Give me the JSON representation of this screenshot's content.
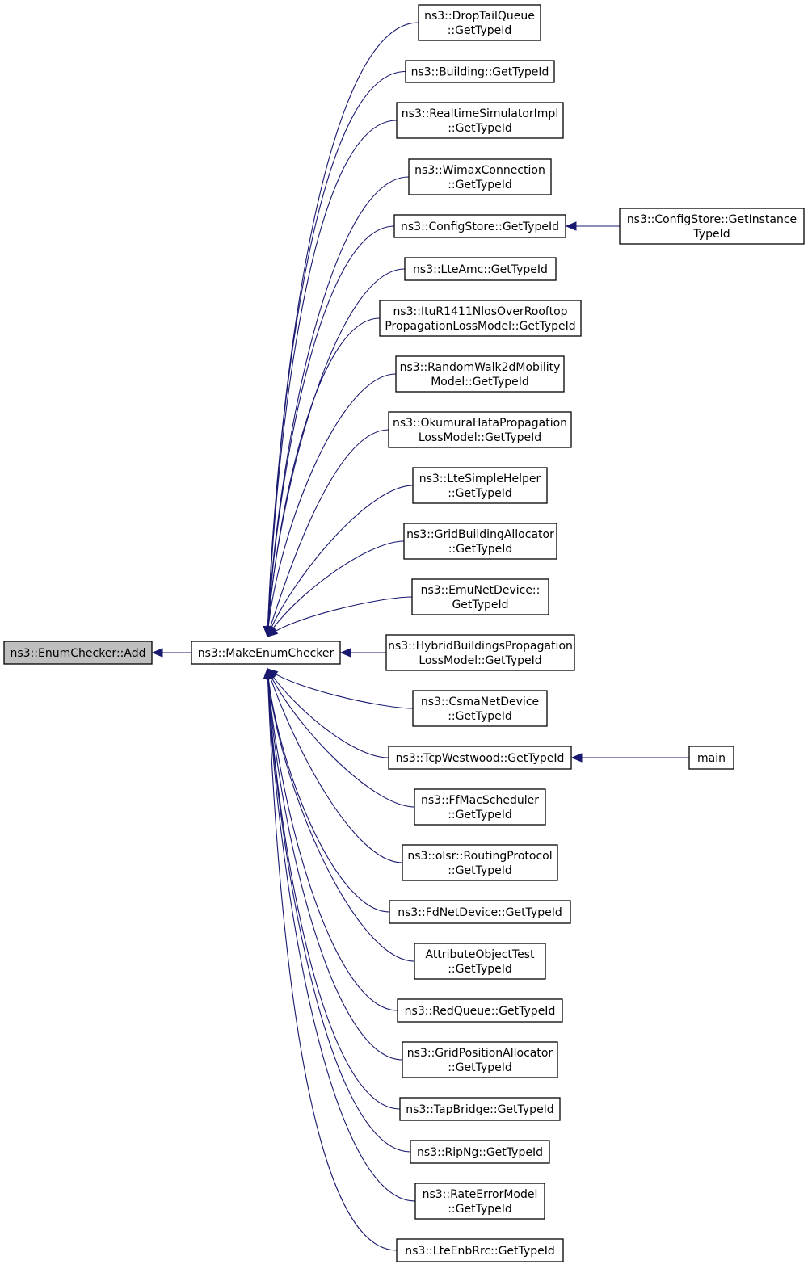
{
  "colors": {
    "edge": "#191970",
    "node_fill": "#ffffff",
    "root_fill": "#bfbfbf",
    "border": "#000000"
  },
  "nodes": [
    {
      "id": "enum-checker-add",
      "lines": [
        "ns3::EnumChecker::Add"
      ],
      "highlight": true
    },
    {
      "id": "make-enum-checker",
      "lines": [
        "ns3::MakeEnumChecker"
      ]
    },
    {
      "id": "drop-tail-queue",
      "lines": [
        "ns3::DropTailQueue",
        "::GetTypeId"
      ]
    },
    {
      "id": "building",
      "lines": [
        "ns3::Building::GetTypeId"
      ]
    },
    {
      "id": "realtime-simulator-impl",
      "lines": [
        "ns3::RealtimeSimulatorImpl",
        "::GetTypeId"
      ]
    },
    {
      "id": "wimax-connection",
      "lines": [
        "ns3::WimaxConnection",
        "::GetTypeId"
      ]
    },
    {
      "id": "config-store",
      "lines": [
        "ns3::ConfigStore::GetTypeId"
      ]
    },
    {
      "id": "config-store-instance",
      "lines": [
        "ns3::ConfigStore::GetInstance",
        "TypeId"
      ]
    },
    {
      "id": "lte-amc",
      "lines": [
        "ns3::LteAmc::GetTypeId"
      ]
    },
    {
      "id": "itu-r1411",
      "lines": [
        "ns3::ItuR1411NlosOverRooftop",
        "PropagationLossModel::GetTypeId"
      ]
    },
    {
      "id": "random-walk-2d",
      "lines": [
        "ns3::RandomWalk2dMobility",
        "Model::GetTypeId"
      ]
    },
    {
      "id": "okumura-hata",
      "lines": [
        "ns3::OkumuraHataPropagation",
        "LossModel::GetTypeId"
      ]
    },
    {
      "id": "lte-simple-helper",
      "lines": [
        "ns3::LteSimpleHelper",
        "::GetTypeId"
      ]
    },
    {
      "id": "grid-building-allocator",
      "lines": [
        "ns3::GridBuildingAllocator",
        "::GetTypeId"
      ]
    },
    {
      "id": "emu-net-device",
      "lines": [
        "ns3::EmuNetDevice::",
        "GetTypeId"
      ]
    },
    {
      "id": "hybrid-buildings",
      "lines": [
        "ns3::HybridBuildingsPropagation",
        "LossModel::GetTypeId"
      ]
    },
    {
      "id": "csma-net-device",
      "lines": [
        "ns3::CsmaNetDevice",
        "::GetTypeId"
      ]
    },
    {
      "id": "tcp-westwood",
      "lines": [
        "ns3::TcpWestwood::GetTypeId"
      ]
    },
    {
      "id": "main",
      "lines": [
        "main"
      ]
    },
    {
      "id": "ff-mac-scheduler",
      "lines": [
        "ns3::FfMacScheduler",
        "::GetTypeId"
      ]
    },
    {
      "id": "olsr-routing-protocol",
      "lines": [
        "ns3::olsr::RoutingProtocol",
        "::GetTypeId"
      ]
    },
    {
      "id": "fd-net-device",
      "lines": [
        "ns3::FdNetDevice::GetTypeId"
      ]
    },
    {
      "id": "attribute-object-test",
      "lines": [
        "AttributeObjectTest",
        "::GetTypeId"
      ]
    },
    {
      "id": "red-queue",
      "lines": [
        "ns3::RedQueue::GetTypeId"
      ]
    },
    {
      "id": "grid-position-allocator",
      "lines": [
        "ns3::GridPositionAllocator",
        "::GetTypeId"
      ]
    },
    {
      "id": "tap-bridge",
      "lines": [
        "ns3::TapBridge::GetTypeId"
      ]
    },
    {
      "id": "rip-ng",
      "lines": [
        "ns3::RipNg::GetTypeId"
      ]
    },
    {
      "id": "rate-error-model",
      "lines": [
        "ns3::RateErrorModel",
        "::GetTypeId"
      ]
    },
    {
      "id": "lte-enb-rrc",
      "lines": [
        "ns3::LteEnbRrc::GetTypeId"
      ]
    }
  ],
  "edges": [
    {
      "from": "make-enum-checker",
      "to": "enum-checker-add"
    },
    {
      "from": "drop-tail-queue",
      "to": "make-enum-checker"
    },
    {
      "from": "building",
      "to": "make-enum-checker"
    },
    {
      "from": "realtime-simulator-impl",
      "to": "make-enum-checker"
    },
    {
      "from": "wimax-connection",
      "to": "make-enum-checker"
    },
    {
      "from": "config-store",
      "to": "make-enum-checker"
    },
    {
      "from": "config-store-instance",
      "to": "config-store"
    },
    {
      "from": "lte-amc",
      "to": "make-enum-checker"
    },
    {
      "from": "itu-r1411",
      "to": "make-enum-checker"
    },
    {
      "from": "random-walk-2d",
      "to": "make-enum-checker"
    },
    {
      "from": "okumura-hata",
      "to": "make-enum-checker"
    },
    {
      "from": "lte-simple-helper",
      "to": "make-enum-checker"
    },
    {
      "from": "grid-building-allocator",
      "to": "make-enum-checker"
    },
    {
      "from": "emu-net-device",
      "to": "make-enum-checker"
    },
    {
      "from": "hybrid-buildings",
      "to": "make-enum-checker"
    },
    {
      "from": "csma-net-device",
      "to": "make-enum-checker"
    },
    {
      "from": "tcp-westwood",
      "to": "make-enum-checker"
    },
    {
      "from": "main",
      "to": "tcp-westwood"
    },
    {
      "from": "ff-mac-scheduler",
      "to": "make-enum-checker"
    },
    {
      "from": "olsr-routing-protocol",
      "to": "make-enum-checker"
    },
    {
      "from": "fd-net-device",
      "to": "make-enum-checker"
    },
    {
      "from": "attribute-object-test",
      "to": "make-enum-checker"
    },
    {
      "from": "red-queue",
      "to": "make-enum-checker"
    },
    {
      "from": "grid-position-allocator",
      "to": "make-enum-checker"
    },
    {
      "from": "tap-bridge",
      "to": "make-enum-checker"
    },
    {
      "from": "rip-ng",
      "to": "make-enum-checker"
    },
    {
      "from": "rate-error-model",
      "to": "make-enum-checker"
    },
    {
      "from": "lte-enb-rrc",
      "to": "make-enum-checker"
    }
  ]
}
